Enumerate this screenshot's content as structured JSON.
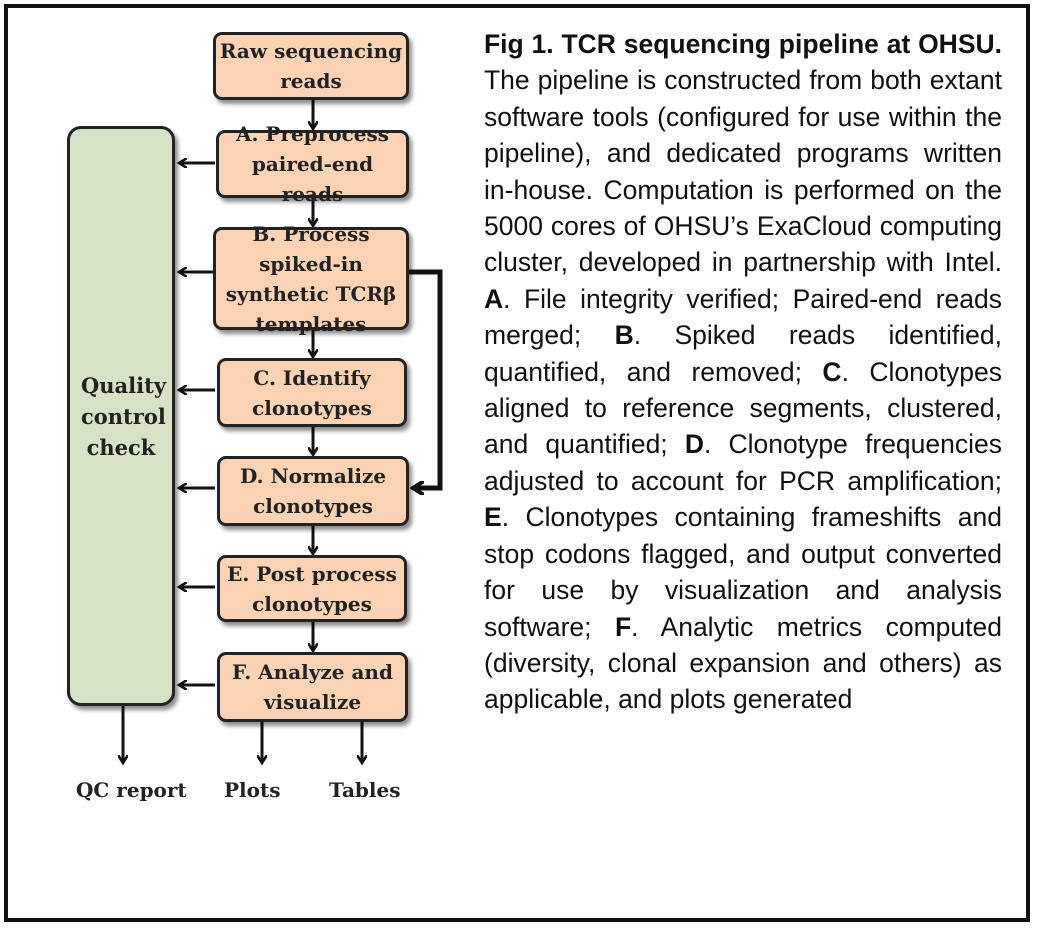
{
  "diagram": {
    "start": "Raw sequencing reads",
    "steps": [
      {
        "id": "A",
        "label": "A. Preprocess paired-end reads"
      },
      {
        "id": "B",
        "label": "B. Process spiked-in synthetic TCRβ templates"
      },
      {
        "id": "C",
        "label": "C. Identify clonotypes"
      },
      {
        "id": "D",
        "label": "D. Normalize clonotypes"
      },
      {
        "id": "E",
        "label": "E. Post process clonotypes"
      },
      {
        "id": "F",
        "label": "F. Analyze and visualize"
      }
    ],
    "qc_label": "Quality control check",
    "outputs": [
      "QC report",
      "Plots",
      "Tables"
    ]
  },
  "caption": {
    "title": "Fig 1. TCR sequencing pipeline at OHSU.",
    "intro": " The pipeline is constructed from both extant software tools (configured for use within the pipeline), and dedicated programs written in-house. Computation is performed on the 5000 cores of OHSU’s ExaCloud computing cluster, developed in partnership with Intel. ",
    "A_key": "A",
    "A_text": ". File integrity verified; Paired-end reads merged; ",
    "B_key": "B",
    "B_text": ". Spiked reads identified, quantified, and removed; ",
    "C_key": "C",
    "C_text": ". Clonotypes aligned to reference segments, clustered, and quantified; ",
    "D_key": "D",
    "D_text": ". Clonotype frequencies adjusted to account for PCR amplification; ",
    "E_key": "E",
    "E_text": ". Clonotypes containing frameshifts and stop codons flagged, and output converted for use by visualization and analysis software; ",
    "F_key": "F",
    "F_text": ". Analytic metrics computed (diversity, clonal expansion and others) as applicable, and plots generated"
  }
}
